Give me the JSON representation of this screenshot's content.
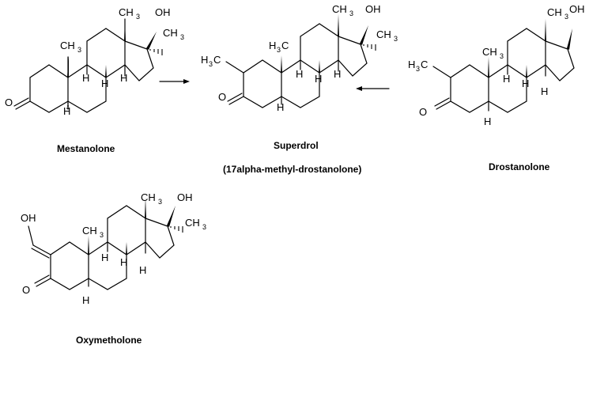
{
  "compounds": {
    "mestanolone": {
      "name": "Mestanolone",
      "labels": {
        "oxo": "O",
        "h5": "H",
        "h8": "H",
        "h9": "H",
        "h14": "H",
        "me10": "CH",
        "me13": "CH",
        "me17": "CH",
        "sub": "3",
        "oh": "OH"
      }
    },
    "superdrol": {
      "name": "Superdrol",
      "subtitle": "(17alpha-methyl-drostanolone)",
      "labels": {
        "oxo": "O",
        "h5": "H",
        "h8": "H",
        "h9": "H",
        "h14": "H",
        "me2": "H",
        "me2_c": "C",
        "me10": "H",
        "me10_c": "C",
        "me13": "CH",
        "me17": "CH",
        "sub": "3",
        "oh": "OH"
      }
    },
    "drostanolone": {
      "name": "Drostanolone",
      "labels": {
        "oxo": "O",
        "h5": "H",
        "h8": "H",
        "h9": "H",
        "h14": "H",
        "me2": "H",
        "me2_c": "C",
        "me10": "CH",
        "me13": "CH",
        "sub": "3",
        "oh": "OH"
      }
    },
    "oxymetholone": {
      "name": "Oxymetholone",
      "labels": {
        "oxo": "O",
        "h5": "H",
        "h8": "H",
        "h9": "H",
        "h14": "H",
        "me10": "CH",
        "me13": "CH",
        "me17": "CH",
        "sub": "3",
        "oh": "OH",
        "enol_oh": "OH"
      }
    }
  },
  "arrows": [
    {
      "from": "mestanolone",
      "to": "superdrol"
    },
    {
      "from": "drostanolone",
      "to": "superdrol"
    }
  ]
}
